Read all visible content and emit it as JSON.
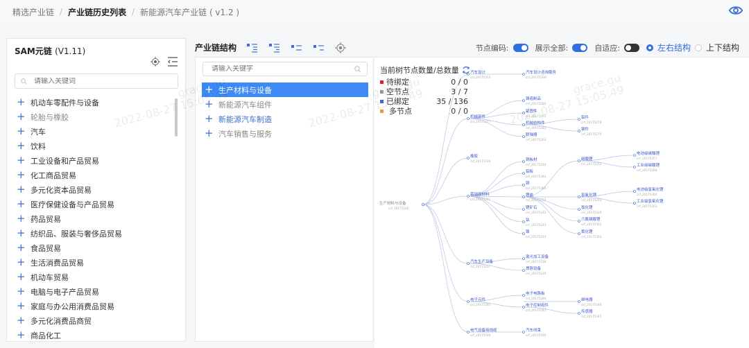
{
  "breadcrumb": {
    "items": [
      "精选产业链",
      "产业链历史列表",
      "新能源汽车产业链 ( v1.2 )"
    ],
    "separator": "/"
  },
  "header": {
    "eye_icon": "eye-icon"
  },
  "left_panel": {
    "title": "SAM元链",
    "version": "(V1.11)",
    "icons": [
      "locate-icon",
      "collapse-menu-icon"
    ],
    "search": {
      "placeholder": "请输入关键词",
      "value": ""
    },
    "items": [
      {
        "label": "机动车零配件与设备"
      },
      {
        "label": "轮胎与橡胶"
      },
      {
        "label": "汽车"
      },
      {
        "label": "饮料"
      },
      {
        "label": "工业设备和产品贸易"
      },
      {
        "label": "化工商品贸易"
      },
      {
        "label": "多元化资本品贸易"
      },
      {
        "label": "医疗保健设备与产品贸易"
      },
      {
        "label": "药品贸易"
      },
      {
        "label": "纺织品、服装与奢侈品贸易"
      },
      {
        "label": "食品贸易"
      },
      {
        "label": "生活消费品贸易"
      },
      {
        "label": "机动车贸易"
      },
      {
        "label": "电脑与电子产品贸易"
      },
      {
        "label": "家庭与办公用消费品贸易"
      },
      {
        "label": "多元化消费品商贸"
      },
      {
        "label": "商品化工"
      }
    ]
  },
  "middle_panel": {
    "title": "产业链结构",
    "toolbar_icons": [
      "expand-all-icon",
      "expand-level-icon",
      "collapse-level-icon",
      "collapse-all-icon",
      "locate-icon"
    ],
    "search": {
      "placeholder": "请输入关键字",
      "value": ""
    },
    "tree": [
      {
        "label": "生产材料与设备",
        "state": "selected"
      },
      {
        "label": "新能源汽车组件",
        "state": "muted"
      },
      {
        "label": "新能源汽车制造",
        "state": "blue"
      },
      {
        "label": "汽车销售与服务",
        "state": "muted"
      }
    ]
  },
  "controls": {
    "node_code_label": "节点编码:",
    "node_code_on": true,
    "show_all_label": "展示全部:",
    "show_all_on": true,
    "adaptive_label": "自适应:",
    "adaptive_on": false,
    "layout_options": [
      {
        "label": "左右结构",
        "selected": true
      },
      {
        "label": "上下结构",
        "selected": false
      }
    ]
  },
  "stats": {
    "title": "当前树节点数量/总数量",
    "refresh_icon": "refresh-icon",
    "rows": [
      {
        "label": "待绑定",
        "value": "0 / 0",
        "color": "#e02020"
      },
      {
        "label": "空节点",
        "value": "3 / 7",
        "color": "#999999"
      },
      {
        "label": "已绑定",
        "value": "35 / 136",
        "color": "#3d6fd1"
      },
      {
        "label": "多节点",
        "value": "0 / 0",
        "color": "#e89a3c"
      }
    ]
  },
  "graph": {
    "root": {
      "label": "生产材料与设备",
      "code": "csf_20175240"
    },
    "nodes": [
      {
        "label": "汽车设计",
        "code": "csf_20175265"
      },
      {
        "label": "汽车设计咨询服务",
        "code": "csf_20175266"
      },
      {
        "label": "机械部件",
        "code": "csf_20175277"
      },
      {
        "label": "铸造制品",
        "code": "csf_20175280"
      },
      {
        "label": "紧固件",
        "code": "csf_20175281"
      },
      {
        "label": "机械结构件",
        "code": "csf_20175282"
      },
      {
        "label": "铝件",
        "code": "csf_20175278"
      },
      {
        "label": "钢件",
        "code": "csf_20175279"
      },
      {
        "label": "联轴器",
        "code": "csf_20175283"
      },
      {
        "label": "橡胶",
        "code": "csf_20175336"
      },
      {
        "label": "基础原材料",
        "code": "csf_20175241"
      },
      {
        "label": "铜板材",
        "code": "csf_20175246"
      },
      {
        "label": "铝板",
        "code": "csf_20175346"
      },
      {
        "label": "铜",
        "code": "csf_20175304"
      },
      {
        "label": "锂盐",
        "code": "csf_20175255"
      },
      {
        "label": "锂矿石",
        "code": "csf_20175242"
      },
      {
        "label": "钴",
        "code": "csf_20175243"
      },
      {
        "label": "镍",
        "code": "csf_20175244"
      },
      {
        "label": "碳酸锂",
        "code": "csf_20175252"
      },
      {
        "label": "电池级碳酸锂",
        "code": "csf_20175357"
      },
      {
        "label": "工业级碳酸锂",
        "code": "csf_20175358"
      },
      {
        "label": "氢氧化锂",
        "code": "csf_20175253"
      },
      {
        "label": "电池级氢氧化锂",
        "code": "csf_20175360"
      },
      {
        "label": "工业级氢氧化锂",
        "code": "csf_20175361"
      },
      {
        "label": "氯化锂",
        "code": "csf_20175339"
      },
      {
        "label": "六氟磷酸锂",
        "code": "csf_20175362"
      },
      {
        "label": "氟化锂",
        "code": "csf_20175363"
      },
      {
        "label": "汽车生产设备",
        "code": "csf_20175237"
      },
      {
        "label": "激光加工设备",
        "code": "csf_20175238"
      },
      {
        "label": "焊割设备",
        "code": "csf_20175239"
      },
      {
        "label": "电子元件",
        "code": "csf_20175285"
      },
      {
        "label": "电子电路板",
        "code": "csf_20175286"
      },
      {
        "label": "电子控制组件",
        "code": "csf_20175287"
      },
      {
        "label": "继电器",
        "code": "csf_20175344"
      },
      {
        "label": "传感器",
        "code": "csf_20175345"
      },
      {
        "label": "电气设备用线缆",
        "code": "csf_20175289"
      },
      {
        "label": "汽车线束",
        "code": "csf_20175290"
      }
    ]
  },
  "watermark": {
    "user": "grace.gu",
    "time": "2022-08-27 15:05:49"
  }
}
